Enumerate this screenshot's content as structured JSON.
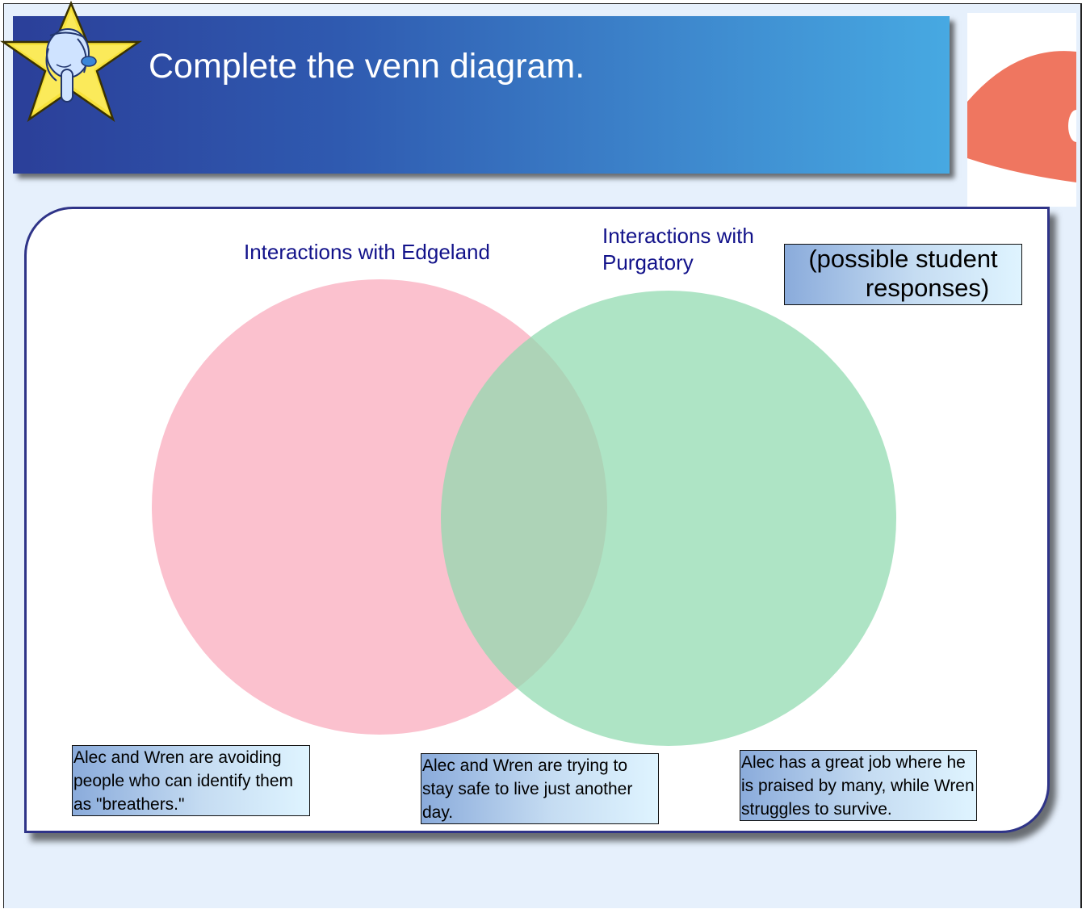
{
  "header": {
    "title": "Complete the venn diagram."
  },
  "icons": {
    "star": "star-with-pointing-hand-icon",
    "corner": "red-shape-decoration"
  },
  "diagram": {
    "left_circle": {
      "label": "Interactions with Edgeland",
      "color": "#f9a9bb"
    },
    "right_circle": {
      "label_line1": "Interactions with",
      "label_line2": "Purgatory",
      "color": "#8fd9ae"
    },
    "overlap_color": "#d3b8b0",
    "responses_note_line1": "(possible student",
    "responses_note_line2": "responses)",
    "left_answer": "Alec and Wren are avoiding people who can identify them as \"breathers.\"",
    "middle_answer": "Alec and Wren are trying to stay safe to live just another day.",
    "right_answer": "Alec has a great job where he is praised by many, while Wren struggles to survive."
  },
  "colors": {
    "header_start": "#2b3f99",
    "header_end": "#47a9e2",
    "panel_border": "#2f3488",
    "label_text": "#12128a",
    "background": "#e6f0fc"
  }
}
